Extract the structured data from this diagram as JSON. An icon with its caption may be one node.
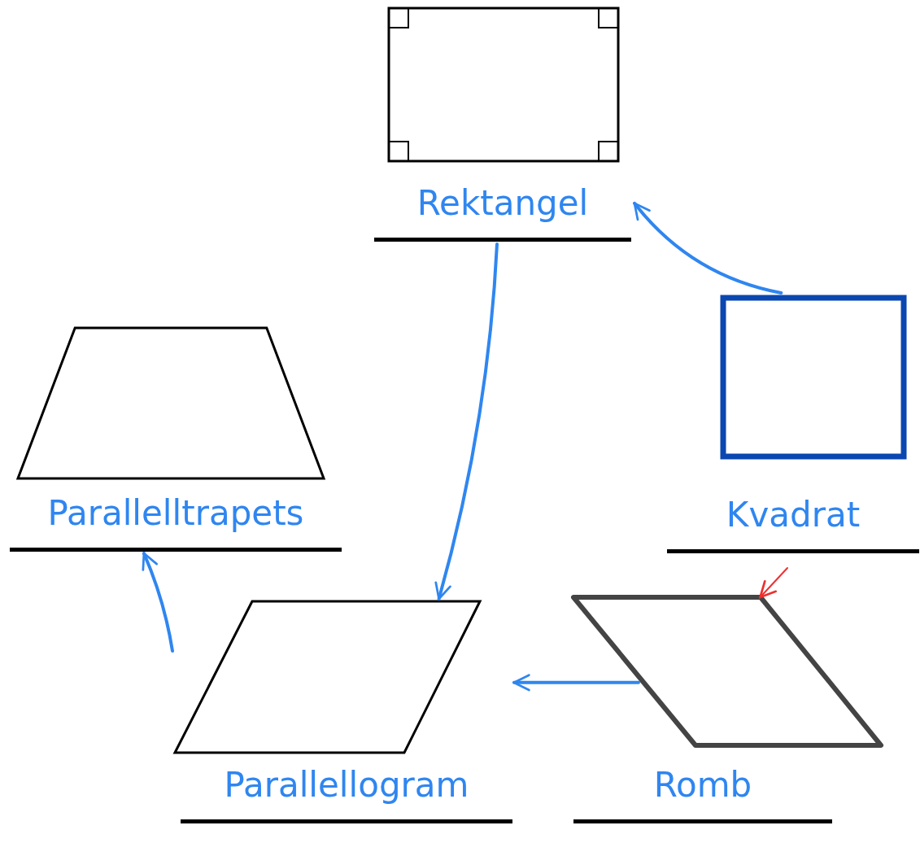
{
  "diagram": {
    "nodes": [
      {
        "text": [
          "Rektangel"
        ]
      },
      {
        "text": [
          "Parallelltrapets"
        ]
      },
      {
        "text": [
          "Kvadrat"
        ]
      },
      {
        "text": [
          "Parallellogram"
        ]
      },
      {
        "text": [
          "Romb"
        ]
      }
    ],
    "edges": [
      {
        "from": 2,
        "to": 0,
        "arrow": "to"
      },
      {
        "from": 0,
        "to": 3,
        "arrow": "to"
      },
      {
        "from": 4,
        "to": 3,
        "arrow": "to"
      },
      {
        "from": 3,
        "to": 1,
        "arrow": "to"
      },
      {
        "from": null,
        "to": 4,
        "arrow": "to",
        "color": "#ee3030"
      }
    ]
  }
}
